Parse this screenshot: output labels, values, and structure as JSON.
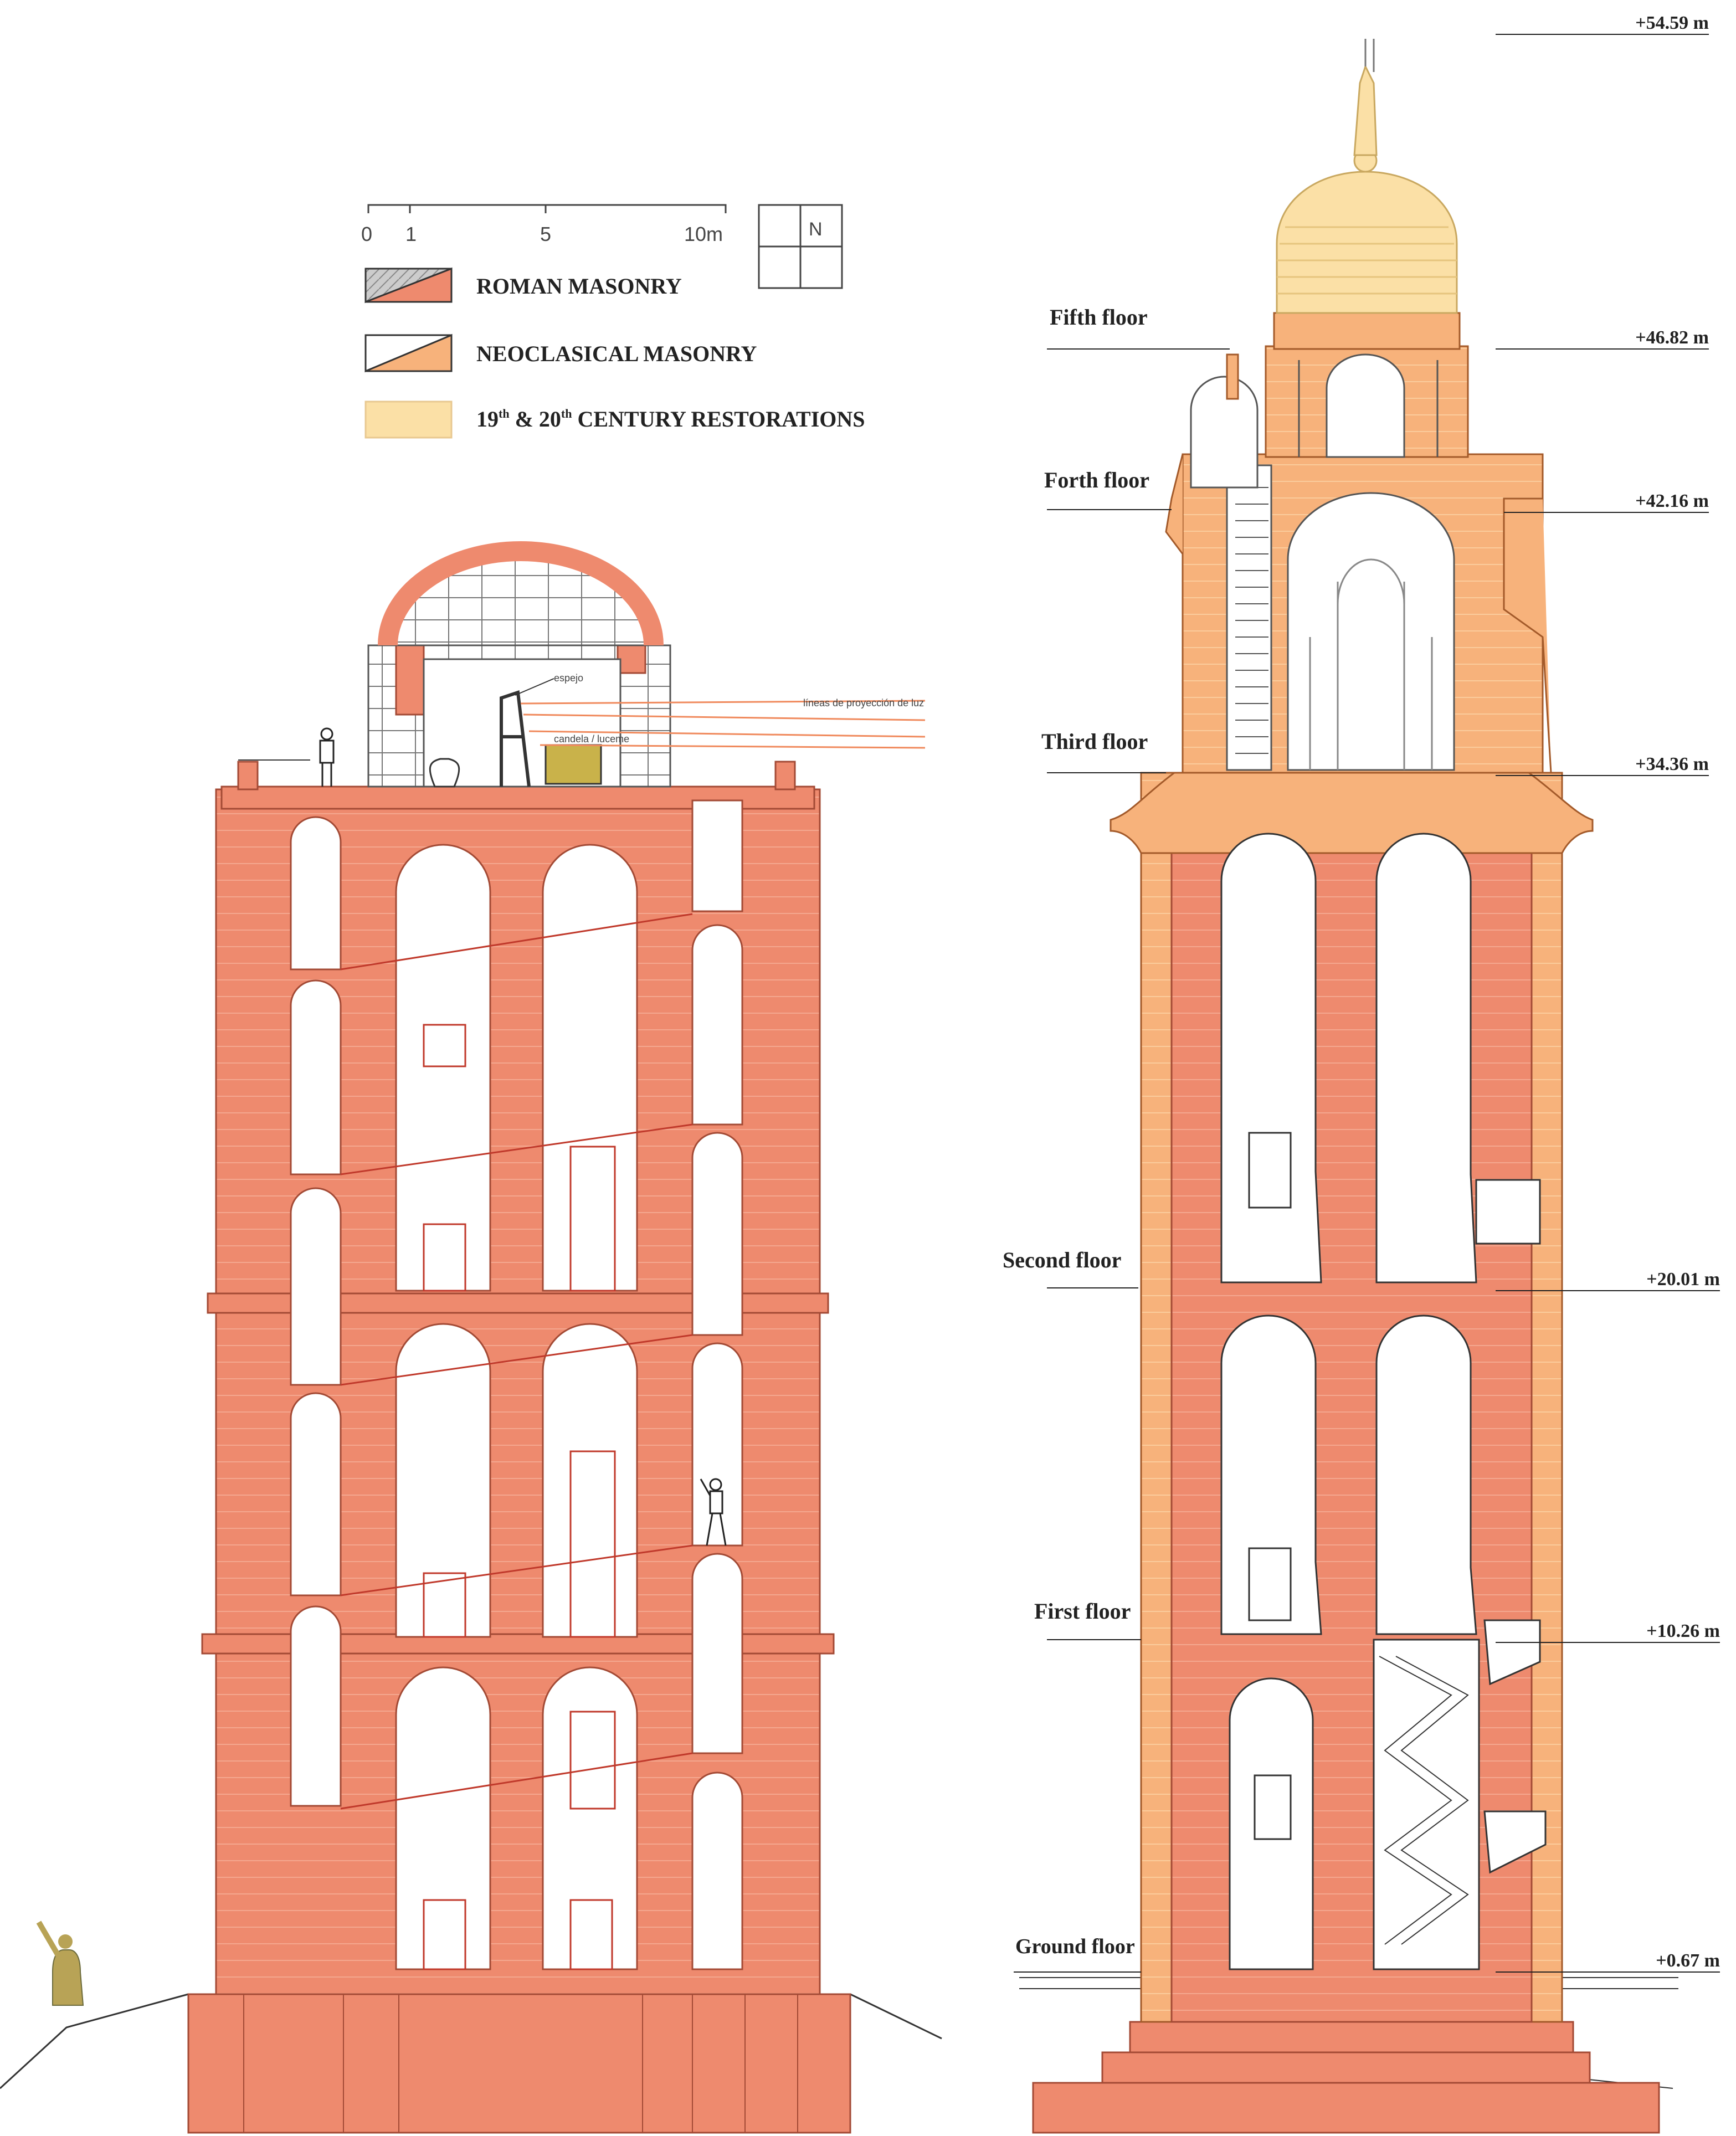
{
  "legend": {
    "items": [
      {
        "label": "ROMAN MASONRY",
        "color": "#ee8a6e"
      },
      {
        "label": "NEOCLASICAL MASONRY",
        "color": "#f7b27b"
      },
      {
        "label_prefix": "19",
        "label_sup1": "th",
        "label_mid": " & 20",
        "label_sup2": "th",
        "label_rest": " CENTURY RESTORATIONS",
        "color": "#fbe0a6"
      }
    ],
    "scale_ticks": [
      "0",
      "1",
      "5",
      "10m"
    ],
    "north": "N"
  },
  "annotations": {
    "mirror": "espejo",
    "rays": "líneas de proyección de luz",
    "fire": "candela / luceme"
  },
  "floors": [
    {
      "name": "Fifth floor",
      "level": "+46.82 m"
    },
    {
      "name": "Forth floor",
      "level": "+42.16 m"
    },
    {
      "name": "Third floor",
      "level": "+34.36 m"
    },
    {
      "name": "Second floor",
      "level": "+20.01 m"
    },
    {
      "name": "First floor",
      "level": "+10.26 m"
    },
    {
      "name": "Ground floor",
      "level": "+0.67 m"
    }
  ],
  "top_level": "+54.59 m",
  "colors": {
    "roman": "#ee8a6e",
    "roman_dark": "#d9664d",
    "neoclassical": "#f7b27b",
    "restoration": "#fbe0a6",
    "line": "#333333"
  }
}
